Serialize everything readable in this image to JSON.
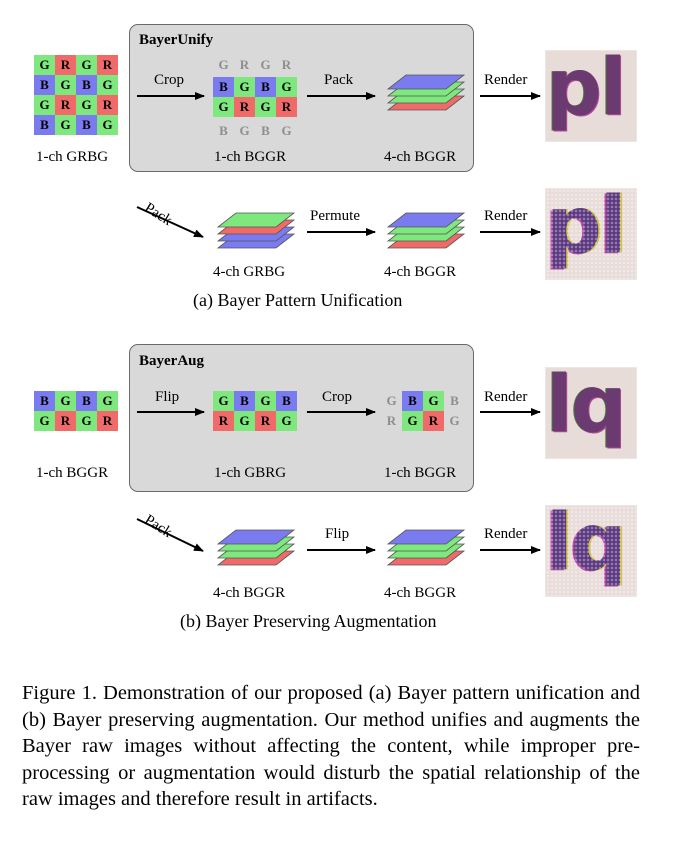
{
  "section_a": {
    "box_title": "BayerUnify",
    "input_grid": [
      [
        "G",
        "R",
        "G",
        "R"
      ],
      [
        "B",
        "G",
        "B",
        "G"
      ],
      [
        "G",
        "R",
        "G",
        "R"
      ],
      [
        "B",
        "G",
        "B",
        "G"
      ]
    ],
    "input_label": "1-ch GRBG",
    "crop_label": "Crop",
    "cropped_ghost_top": [
      "G",
      "R",
      "G",
      "R"
    ],
    "cropped_grid": [
      [
        "B",
        "G",
        "B",
        "G"
      ],
      [
        "G",
        "R",
        "G",
        "R"
      ]
    ],
    "cropped_ghost_bottom": [
      "B",
      "G",
      "B",
      "G"
    ],
    "cropped_label": "1-ch BGGR",
    "pack_label": "Pack",
    "packed_label": "4-ch BGGR",
    "render_label": "Render",
    "alt_pack_label": "Pack",
    "alt_packed_label": "4-ch GRBG",
    "permute_label": "Permute",
    "permuted_label": "4-ch BGGR",
    "alt_render_label": "Render",
    "thumb_text": "pl",
    "subcaption": "(a) Bayer Pattern Unification"
  },
  "section_b": {
    "box_title": "BayerAug",
    "input_grid": [
      [
        "B",
        "G",
        "B",
        "G"
      ],
      [
        "G",
        "R",
        "G",
        "R"
      ]
    ],
    "input_label": "1-ch BGGR",
    "flip_label": "Flip",
    "flipped_grid": [
      [
        "G",
        "B",
        "G",
        "B"
      ],
      [
        "R",
        "G",
        "R",
        "G"
      ]
    ],
    "flipped_label": "1-ch GBRG",
    "crop_label": "Crop",
    "crop_ghost_left": [
      "G",
      "R"
    ],
    "cropped_grid": [
      [
        "B",
        "G"
      ],
      [
        "G",
        "R"
      ]
    ],
    "crop_ghost_right": [
      "B",
      "G"
    ],
    "cropped_label": "1-ch BGGR",
    "render_label": "Render",
    "alt_pack_label": "Pack",
    "alt_packed_label": "4-ch BGGR",
    "alt_flip_label": "Flip",
    "alt_flipped_label": "4-ch BGGR",
    "alt_render_label": "Render",
    "thumb_text": "lq",
    "subcaption": "(b) Bayer Preserving Augmentation"
  },
  "caption": "Figure 1. Demonstration of our proposed (a) Bayer pattern unification and (b) Bayer preserving augmentation. Our method unifies and augments the Bayer raw images without affecting the content, while improper pre-processing or augmentation would disturb the spatial relationship of the raw images and therefore result in artifacts.",
  "colors": {
    "R": "#f06a6a",
    "G": "#7ee87e",
    "B": "#7b7bf0",
    "panel": "#d9d9d9",
    "ghost_text": "#8e8e8e"
  }
}
